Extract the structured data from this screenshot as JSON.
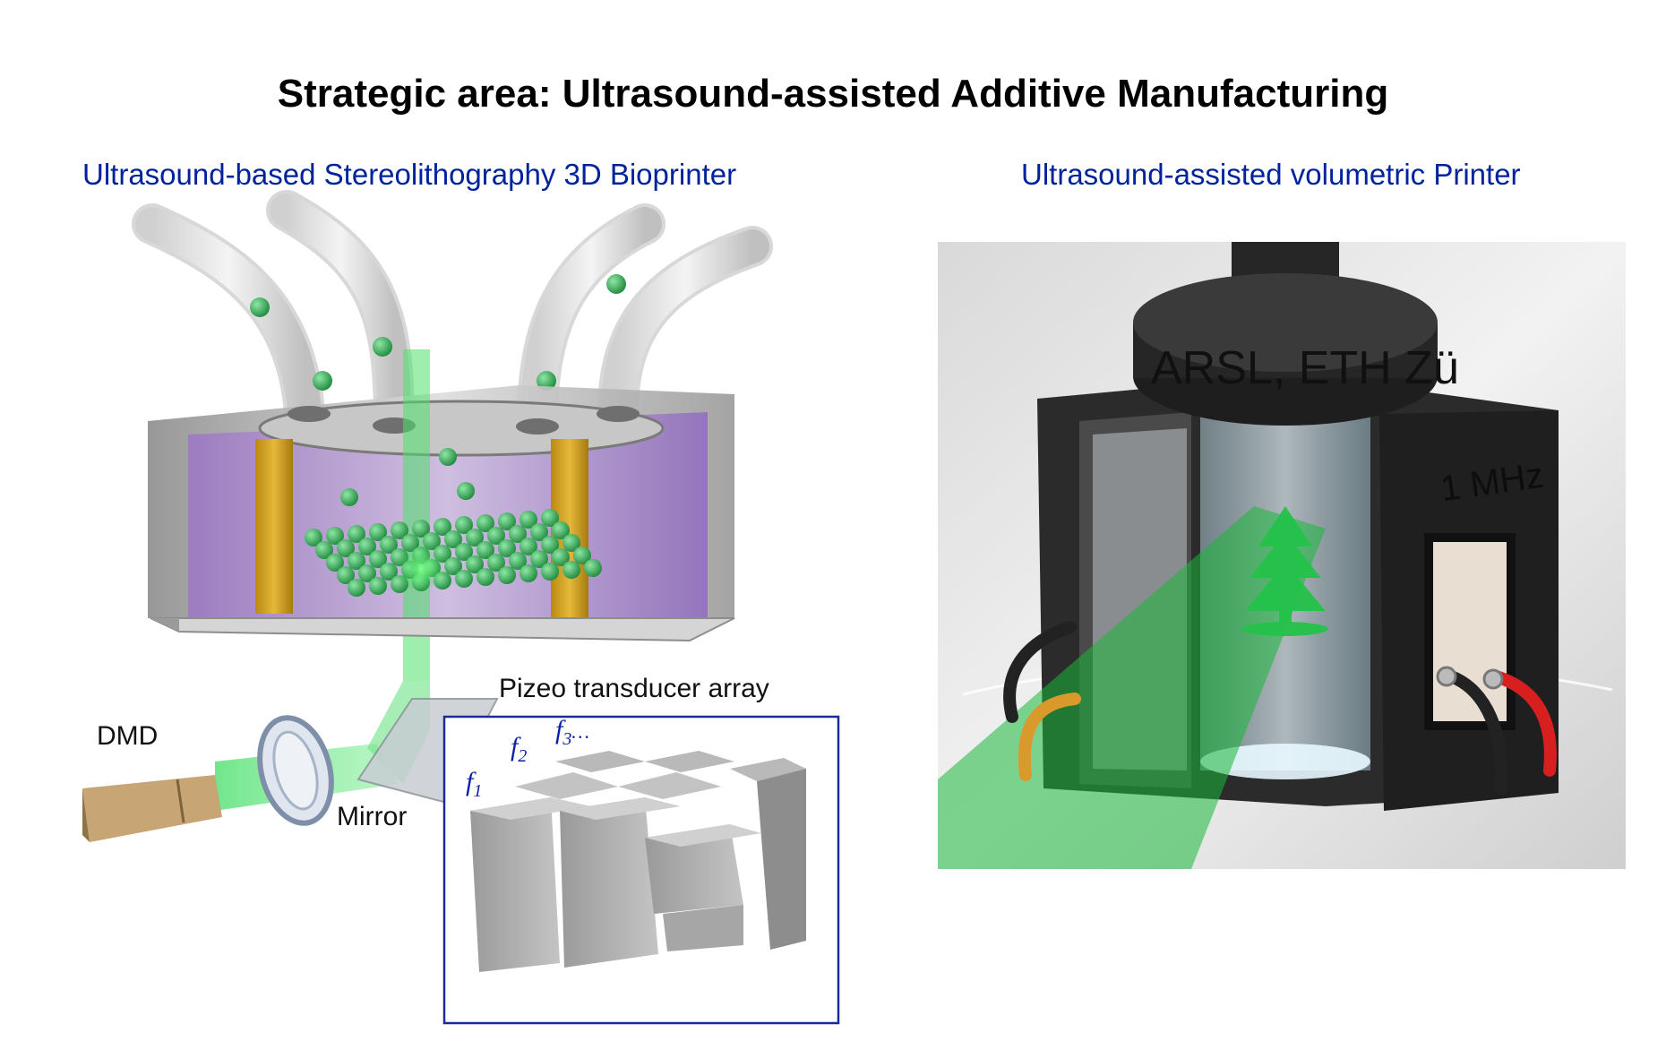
{
  "title": "Strategic area: Ultrasound-assisted Additive Manufacturing",
  "left_panel": {
    "subtitle": "Ultrasound-based Stereolithography 3D Bioprinter",
    "labels": {
      "dmd": "DMD",
      "mirror": "Mirror",
      "transducer_array": "Pizeo transducer array"
    },
    "frequency_labels": [
      "f",
      "1",
      "f",
      "2",
      "f",
      "3",
      "…"
    ]
  },
  "right_panel": {
    "subtitle": "Ultrasound-assisted volumetric Printer",
    "housing_text": "ARSL, ETH Zü",
    "frequency_text": "1 MHz"
  },
  "colors": {
    "title": "#000000",
    "subtitle": "#00239c",
    "laser_green": "#2fd14a",
    "cell_green": "#3aa85a",
    "box_outline": "#1a2a9a"
  }
}
